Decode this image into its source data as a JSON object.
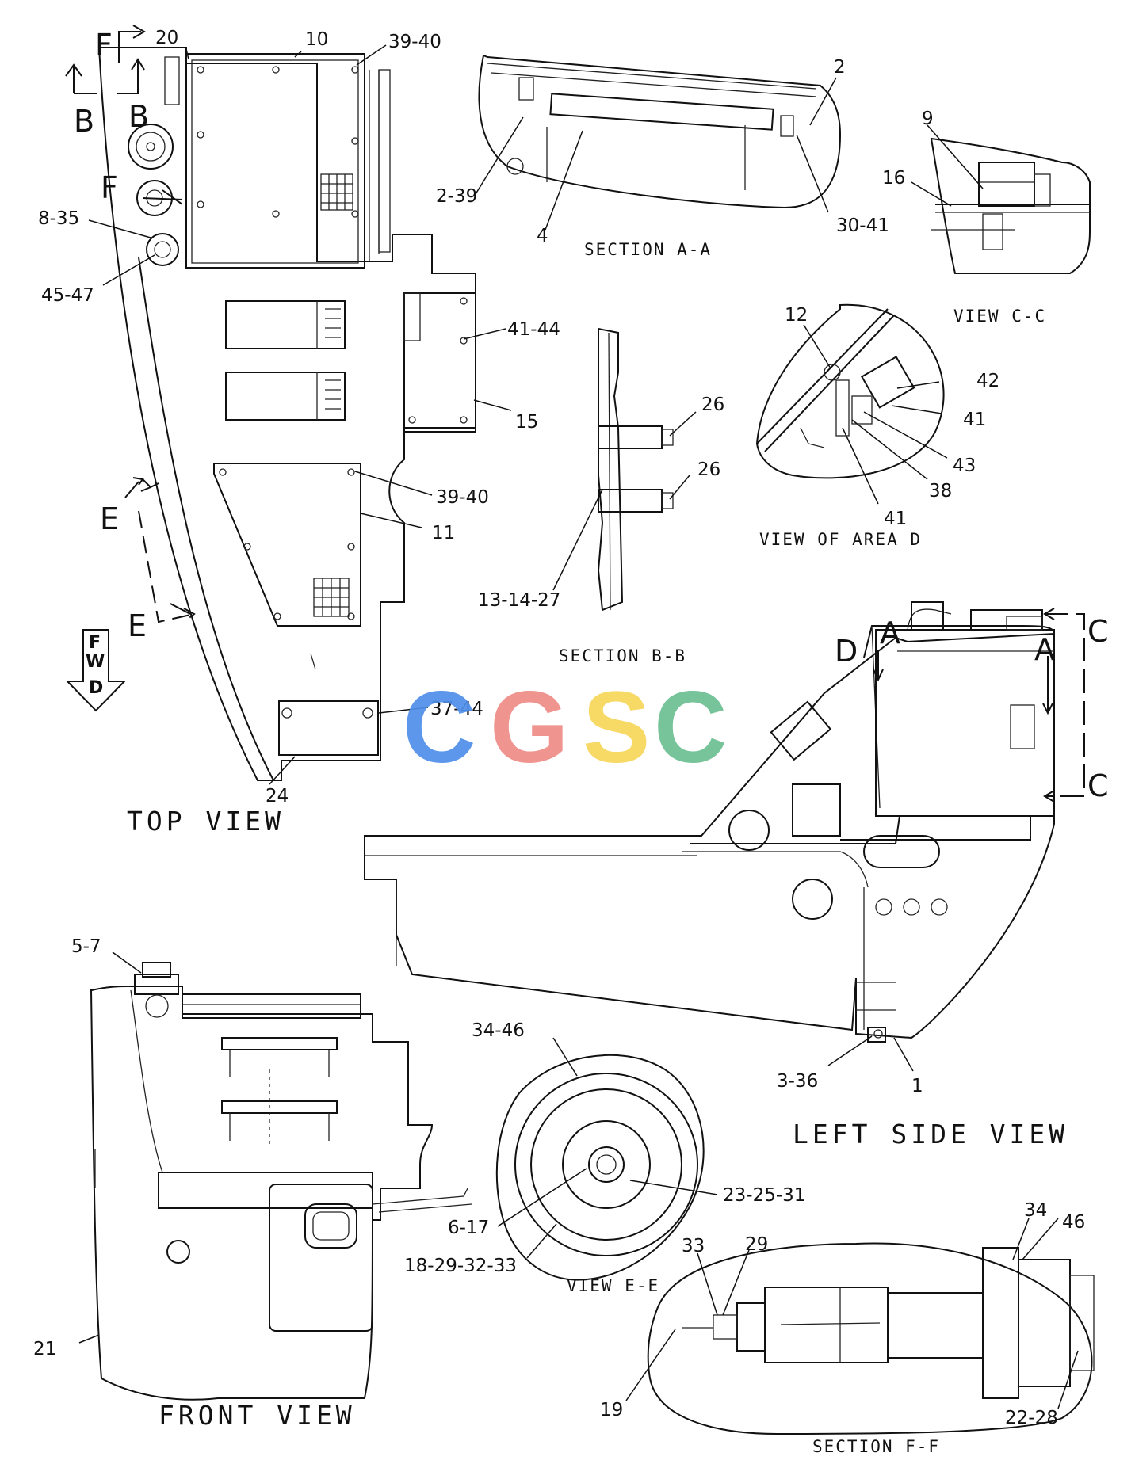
{
  "views": {
    "top": "TOP VIEW",
    "front": "FRONT VIEW",
    "left_side": "LEFT SIDE VIEW",
    "section_aa": "SECTION A-A",
    "section_bb": "SECTION B-B",
    "section_ff": "SECTION F-F",
    "view_cc": "VIEW C-C",
    "view_ee": "VIEW E-E",
    "view_area_d": "VIEW OF AREA D"
  },
  "section_marks": {
    "a": "A",
    "b": "B",
    "c": "C",
    "d": "D",
    "e": "E",
    "f": "F"
  },
  "fwd": [
    "F",
    "W",
    "D"
  ],
  "watermark": {
    "letters": [
      "C",
      "G",
      "S",
      "C"
    ],
    "colors": [
      "#4F8FEA",
      "#EE8C86",
      "#F7D65A",
      "#6DBF92"
    ]
  },
  "callouts": {
    "c_20": "20",
    "c_10": "10",
    "c_39_40_top": "39-40",
    "c_8_35": "8-35",
    "c_45_47": "45-47",
    "c_41_44": "41-44",
    "c_15": "15",
    "c_39_40_mid": "39-40",
    "c_11": "11",
    "c_37_44": "37-44",
    "c_24": "24",
    "c_2": "2",
    "c_2_39": "2-39",
    "c_4": "4",
    "c_30_41": "30-41",
    "c_9": "9",
    "c_16": "16",
    "c_12": "12",
    "c_42": "42",
    "c_41_a": "41",
    "c_43": "43",
    "c_38": "38",
    "c_41_b": "41",
    "c_26_a": "26",
    "c_26_b": "26",
    "c_13_14_27": "13-14-27",
    "c_3_36": "3-36",
    "c_1": "1",
    "c_5_7": "5-7",
    "c_21": "21",
    "c_34_46": "34-46",
    "c_23_25_31": "23-25-31",
    "c_6_17": "6-17",
    "c_18_29_32_33": "18-29-32-33",
    "c_34": "34",
    "c_46": "46",
    "c_33": "33",
    "c_29": "29",
    "c_19": "19",
    "c_22_28": "22-28"
  }
}
